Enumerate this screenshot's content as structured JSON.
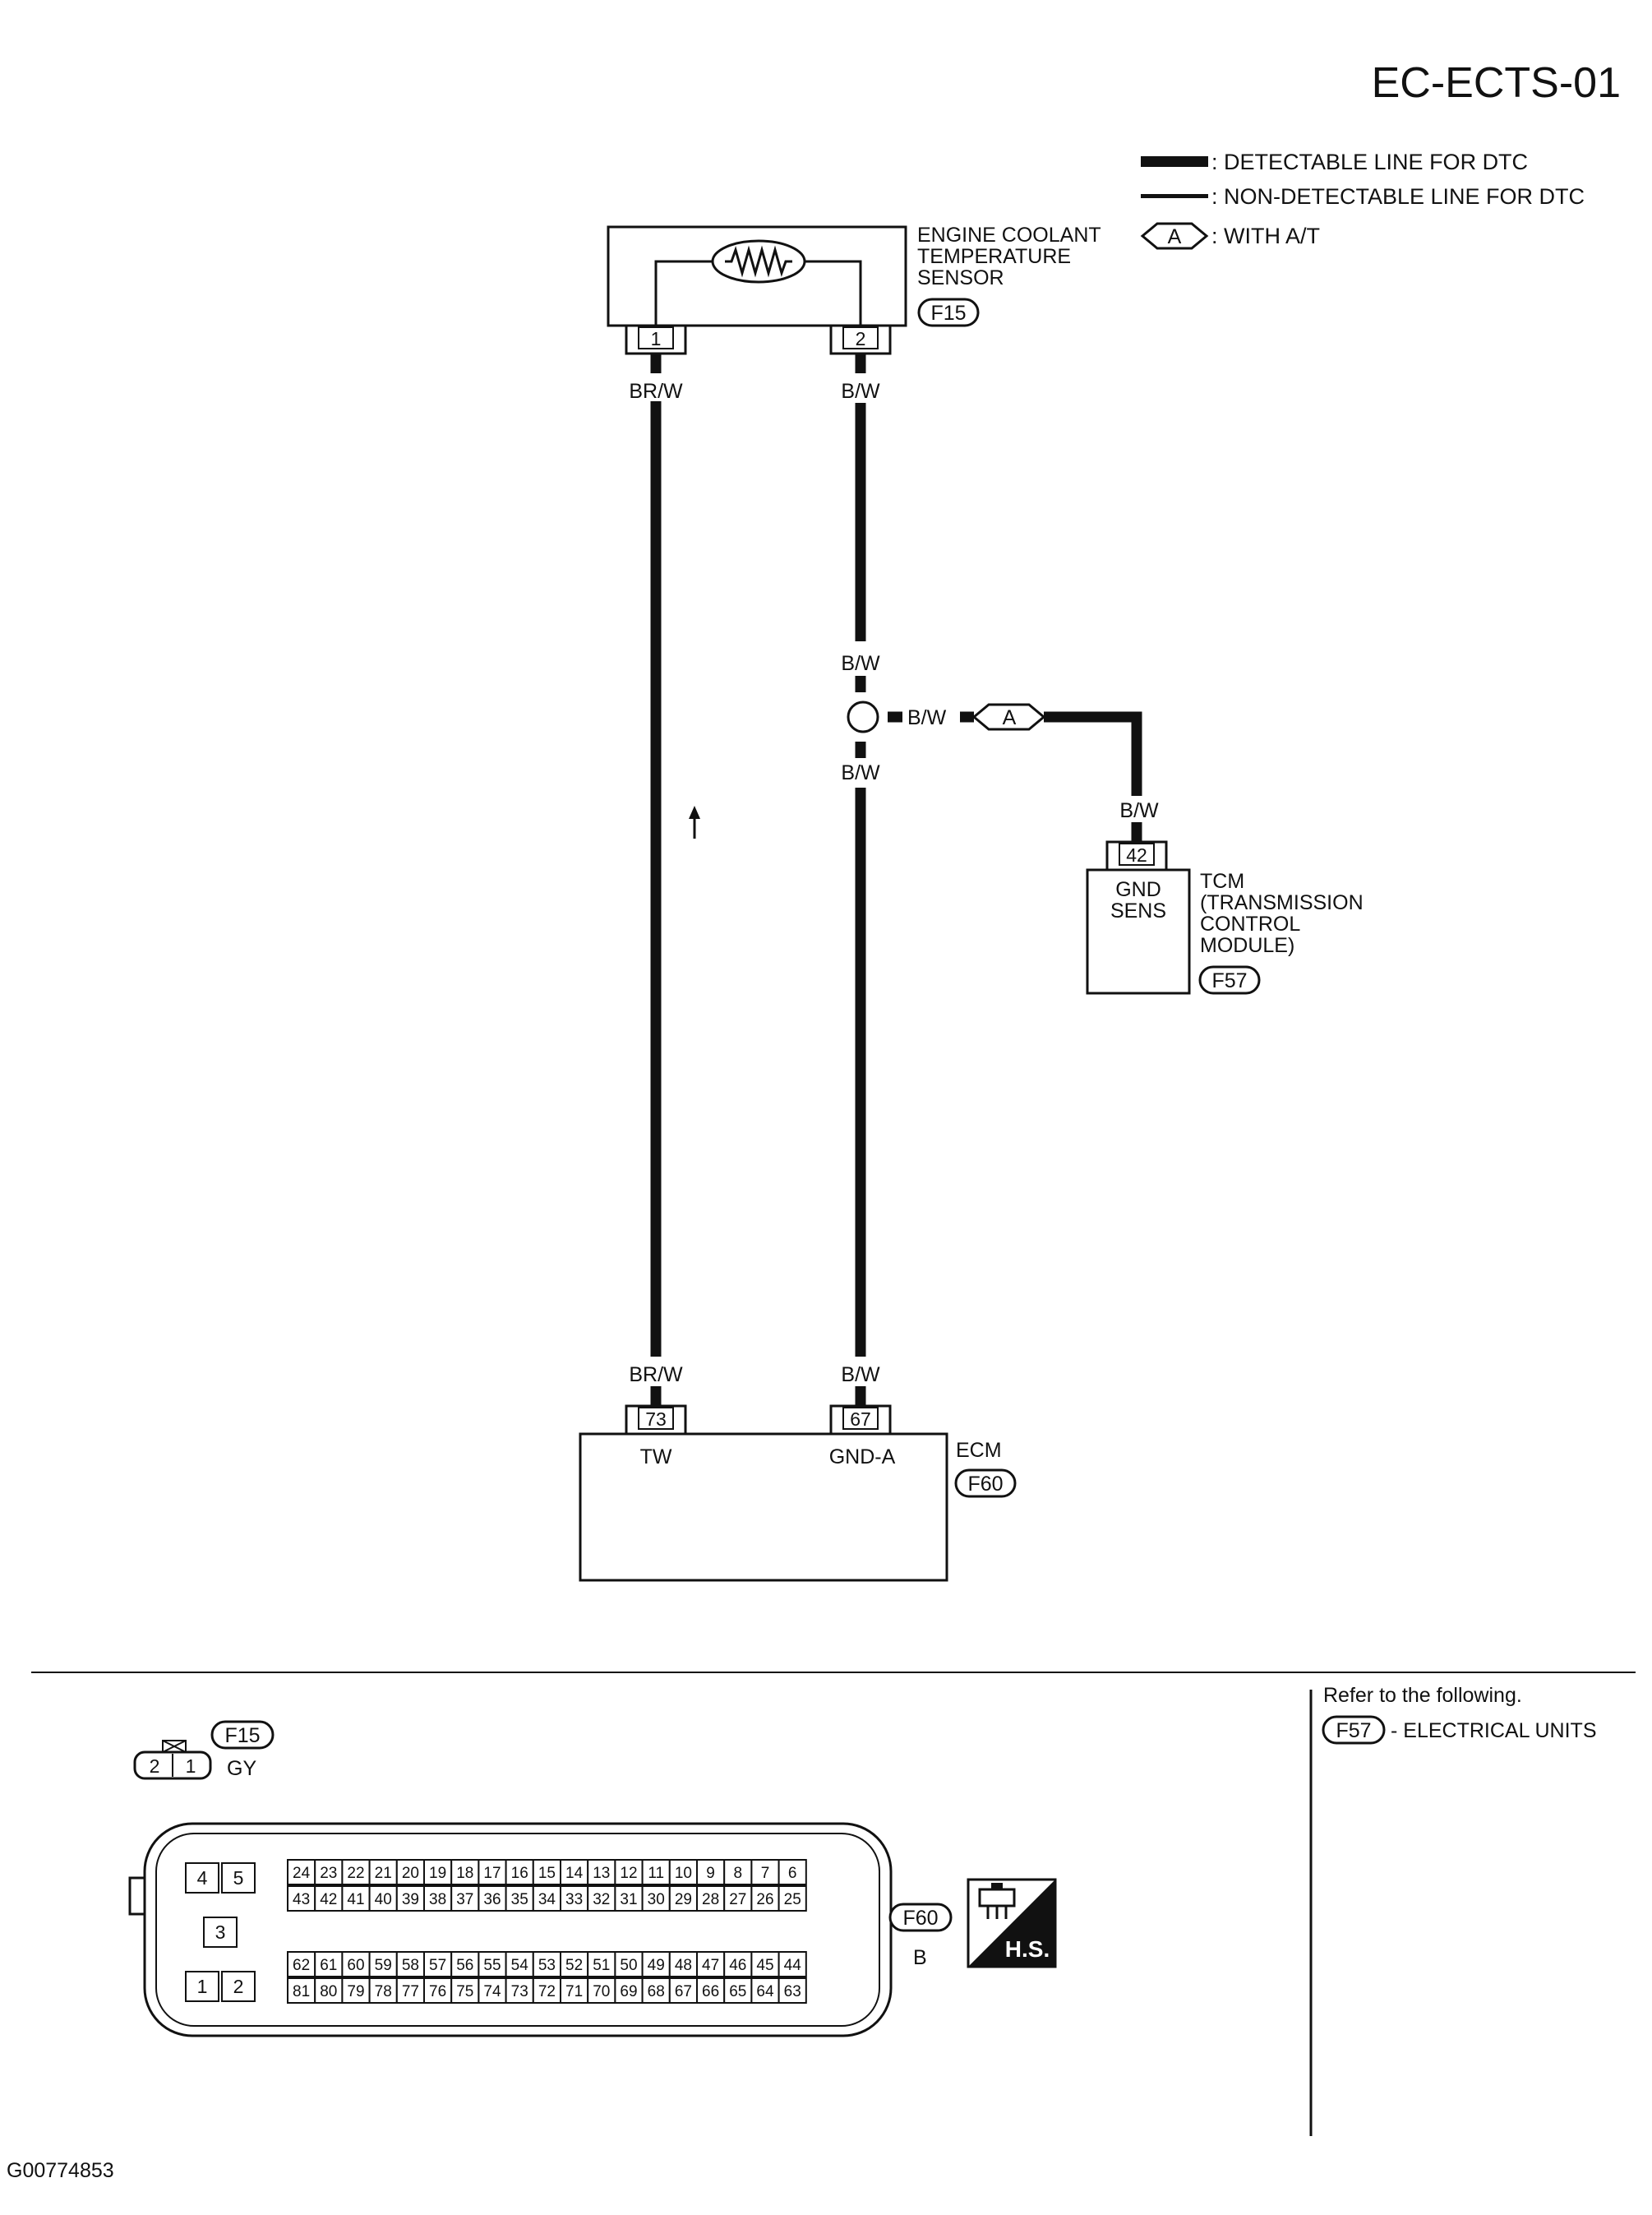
{
  "page_title": "EC-ECTS-01",
  "legend": {
    "detectable": ": DETECTABLE LINE FOR DTC",
    "non_detectable": ": NON-DETECTABLE LINE FOR DTC",
    "option_code": "A",
    "option_text": ": WITH A/T"
  },
  "sensor": {
    "name_lines": [
      "ENGINE COOLANT",
      "TEMPERATURE",
      "SENSOR"
    ],
    "connector": "F15",
    "pins": [
      "1",
      "2"
    ]
  },
  "wires": {
    "signal_color": "BR/W",
    "ground_color": "B/W"
  },
  "tcm": {
    "pin": "42",
    "terminal_lines": [
      "GND",
      "SENS"
    ],
    "name_lines": [
      "TCM",
      "(TRANSMISSION",
      "CONTROL",
      "MODULE)"
    ],
    "connector": "F57"
  },
  "ecm": {
    "name": "ECM",
    "connector": "F60",
    "pins": [
      "73",
      "67"
    ],
    "terminals": [
      "TW",
      "GND-A"
    ]
  },
  "connector_views": {
    "f15": {
      "id": "F15",
      "color": "GY",
      "pins": [
        "2",
        "1"
      ]
    },
    "f60": {
      "id": "F60",
      "color": "B",
      "left_pins": [
        "4",
        "5",
        "3",
        "1",
        "2"
      ],
      "row1": [
        "24",
        "23",
        "22",
        "21",
        "20",
        "19",
        "18",
        "17",
        "16",
        "15",
        "14",
        "13",
        "12",
        "11",
        "10",
        "9",
        "8",
        "7",
        "6"
      ],
      "row2": [
        "43",
        "42",
        "41",
        "40",
        "39",
        "38",
        "37",
        "36",
        "35",
        "34",
        "33",
        "32",
        "31",
        "30",
        "29",
        "28",
        "27",
        "26",
        "25"
      ],
      "row3": [
        "62",
        "61",
        "60",
        "59",
        "58",
        "57",
        "56",
        "55",
        "54",
        "53",
        "52",
        "51",
        "50",
        "49",
        "48",
        "47",
        "46",
        "45",
        "44"
      ],
      "row4": [
        "81",
        "80",
        "79",
        "78",
        "77",
        "76",
        "75",
        "74",
        "73",
        "72",
        "71",
        "70",
        "69",
        "68",
        "67",
        "66",
        "65",
        "64",
        "63"
      ]
    },
    "hs_label": "H.S."
  },
  "refer": {
    "heading": "Refer to the following.",
    "connector": "F57",
    "text": "- ELECTRICAL UNITS"
  },
  "figure_id": "G00774853"
}
